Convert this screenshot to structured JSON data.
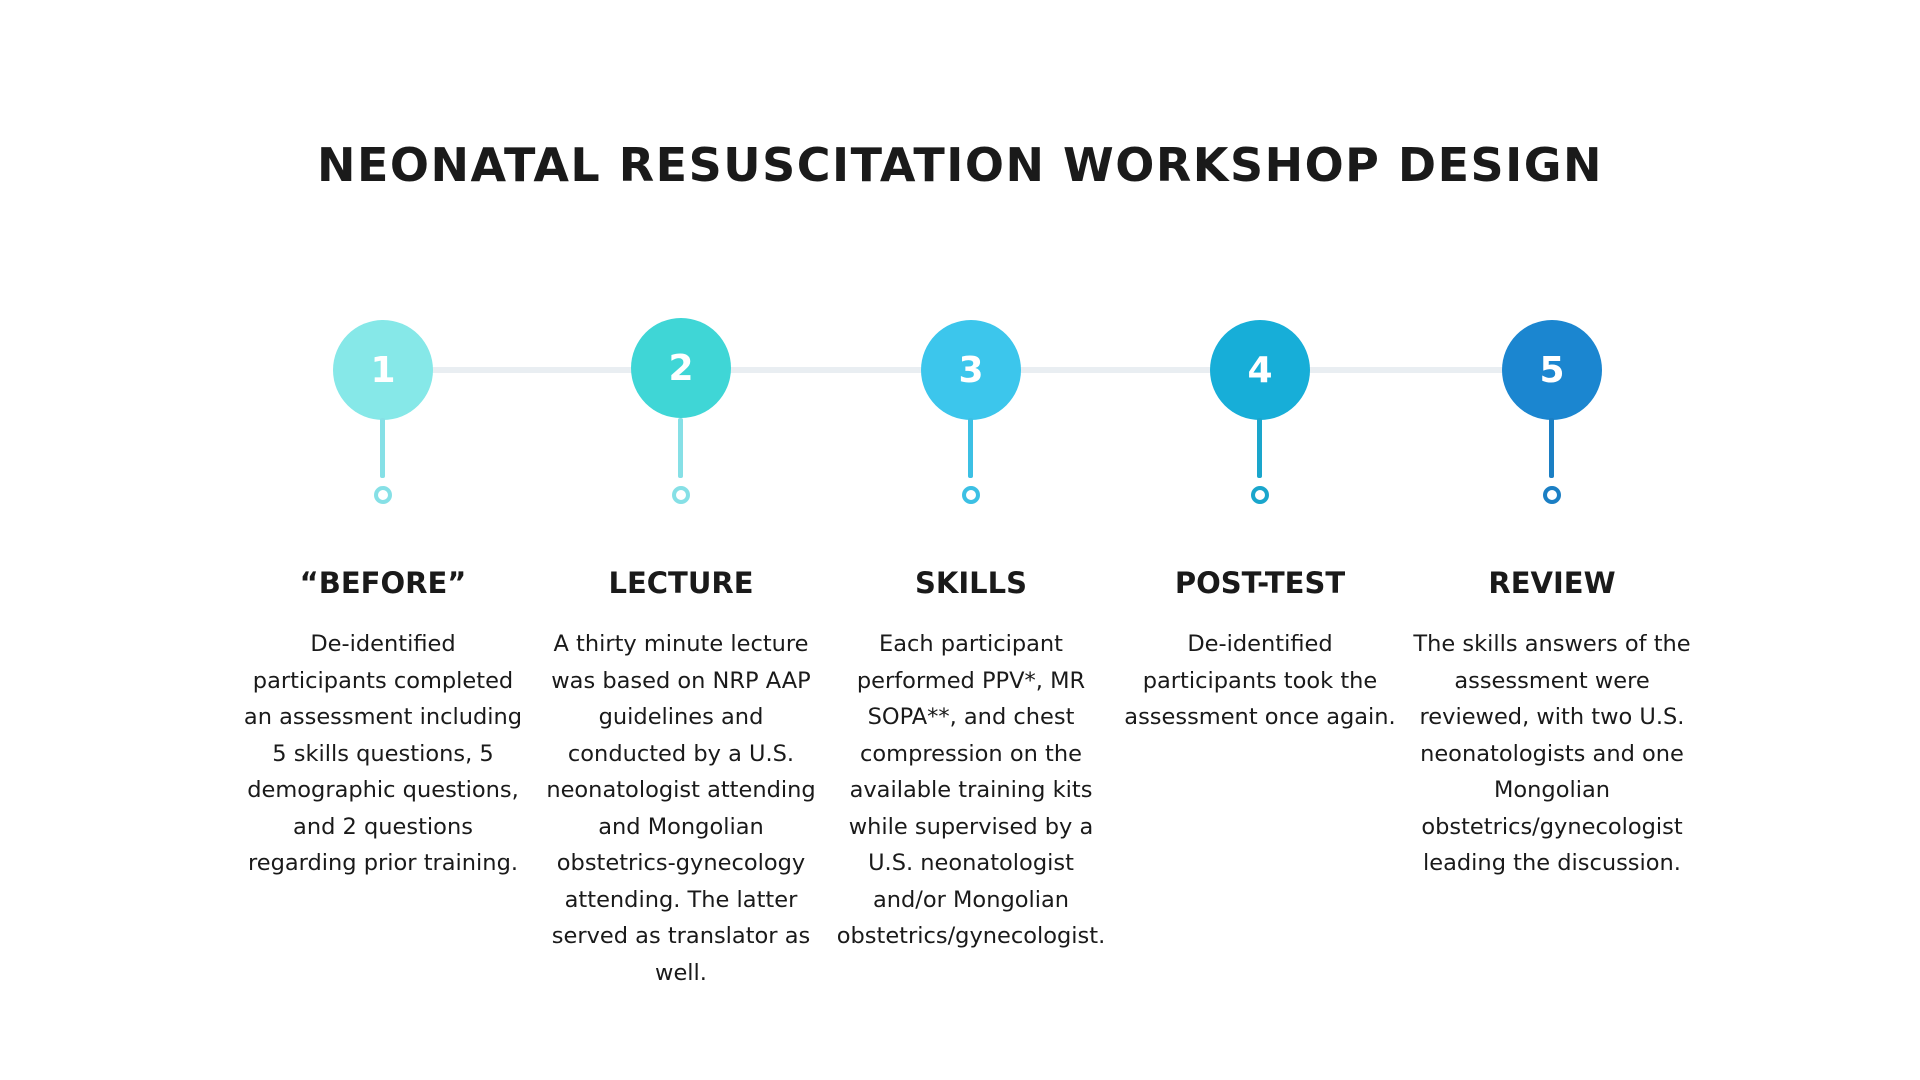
{
  "title": "NEONATAL RESUSCITATION WORKSHOP DESIGN",
  "steps": [
    {
      "number": "1",
      "heading": "“BEFORE”",
      "description": "De-identified participants completed an assessment including 5 skills questions, 5 demographic questions, and 2 questions regarding prior training.",
      "color": "#86e8e8",
      "accent": "#86e0e6"
    },
    {
      "number": "2",
      "heading": "LECTURE",
      "description": "A thirty minute lecture was based on NRP AAP guidelines and conducted by a U.S. neonatologist attending and Mongolian obstetrics-gynecology attending. The latter served as translator as well.",
      "color": "#3fd6d6",
      "accent": "#86e0e6"
    },
    {
      "number": "3",
      "heading": "SKILLS",
      "description": "Each participant performed PPV*, MR SOPA**, and chest compression on the available training kits while supervised by a U.S. neonatologist and/or Mongolian obstetrics/gynecologist.",
      "color": "#3cc6ec",
      "accent": "#3cc0e4"
    },
    {
      "number": "4",
      "heading": "POST-TEST",
      "description": "De-identified participants took the assessment once again.",
      "color": "#17aed8",
      "accent": "#1aa6cc"
    },
    {
      "number": "5",
      "heading": "REVIEW",
      "description": "The skills answers of the assessment were reviewed, with two U.S. neonatologists and one Mongolian obstetrics/gynecologist leading the discussion.",
      "color": "#1b86d0",
      "accent": "#1b7fc4"
    }
  ]
}
